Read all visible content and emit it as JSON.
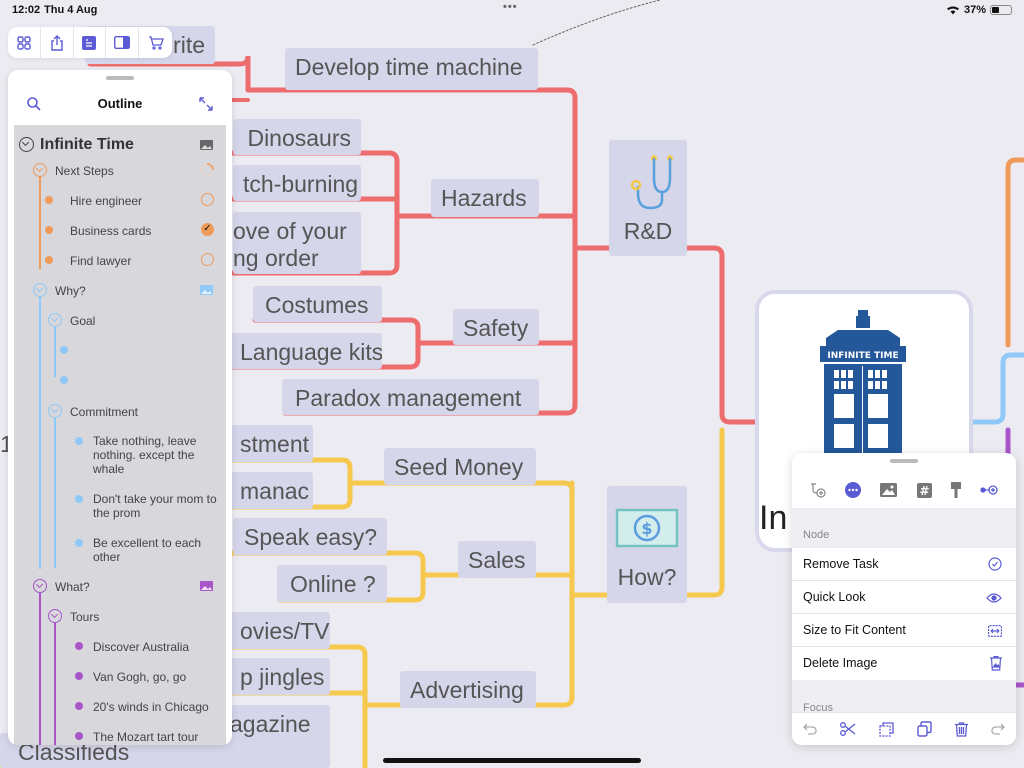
{
  "status_bar": {
    "time": "12:02",
    "date": "Thu 4 Aug",
    "battery": "37%",
    "battery_level": 0.37
  },
  "toolbar": {
    "icons": [
      "grid-icon",
      "share-icon",
      "outline-icon",
      "sidebar-icon",
      "cart-icon"
    ]
  },
  "colors": {
    "canvas": "#ecebf1",
    "node": "#d6d6ea",
    "rd_branch": "#ee6b6e",
    "how_branch": "#f6c94e",
    "orange_branch": "#f09a5a",
    "blue_branch": "#8ec9f7",
    "purple_branch": "#a855c8",
    "accent": "#5b5bd6"
  },
  "mindmap": {
    "central": {
      "title": "In",
      "image_text": "INFINITE TIME"
    },
    "nodes": {
      "rite": "rite",
      "develop": "Develop time machine",
      "dinosaurs": "Dinosaurs",
      "witch": "tch-burning",
      "love": "ove of your\nng order",
      "hazards": "Hazards",
      "costumes": "Costumes",
      "language": "Language kits",
      "safety": "Safety",
      "paradox": "Paradox management",
      "rd": "R&D",
      "investment": "stment",
      "almanac": "manac",
      "seed": "Seed Money",
      "speak": "Speak easy?",
      "online": "Online ?",
      "sales": "Sales",
      "how": "How?",
      "movies": "ovies/TV",
      "jingles": "p jingles",
      "magazine": "agazine",
      "advertising": "Advertising",
      "classifieds": "Classifieds",
      "left_cut": "1"
    }
  },
  "outline": {
    "title": "Outline",
    "root": "Infinite Time",
    "items": [
      {
        "label": "Next Steps"
      },
      {
        "label": "Hire engineer",
        "done": false
      },
      {
        "label": "Business cards",
        "done": true
      },
      {
        "label": "Find lawyer",
        "done": false
      },
      {
        "label": "Why?"
      },
      {
        "label": "Goal"
      },
      {
        "label": "Commitment"
      },
      {
        "label": "Take nothing, leave nothing. except the whale"
      },
      {
        "label": "Don't take your mom to the prom"
      },
      {
        "label": "Be excellent to each other"
      },
      {
        "label": "What?"
      },
      {
        "label": "Tours"
      },
      {
        "label": "Discover Australia"
      },
      {
        "label": "Van Gogh, go, go"
      },
      {
        "label": "20's winds in Chicago"
      },
      {
        "label": "The Mozart tart tour"
      }
    ]
  },
  "popover": {
    "tabs": [
      "add-child-icon",
      "more-icon",
      "image-icon",
      "tag-icon",
      "style-brush-icon",
      "connect-icon"
    ],
    "section_node": "Node",
    "items": [
      {
        "label": "Remove Task",
        "icon": "check-circle-icon"
      },
      {
        "label": "Quick Look",
        "icon": "eye-icon"
      },
      {
        "label": "Size to Fit Content",
        "icon": "fit-width-icon"
      },
      {
        "label": "Delete Image",
        "icon": "trash-image-icon"
      }
    ],
    "section_focus": "Focus",
    "bottom": [
      "undo-icon",
      "cut-icon",
      "copy-icon",
      "duplicate-icon",
      "delete-icon",
      "redo-icon"
    ]
  }
}
